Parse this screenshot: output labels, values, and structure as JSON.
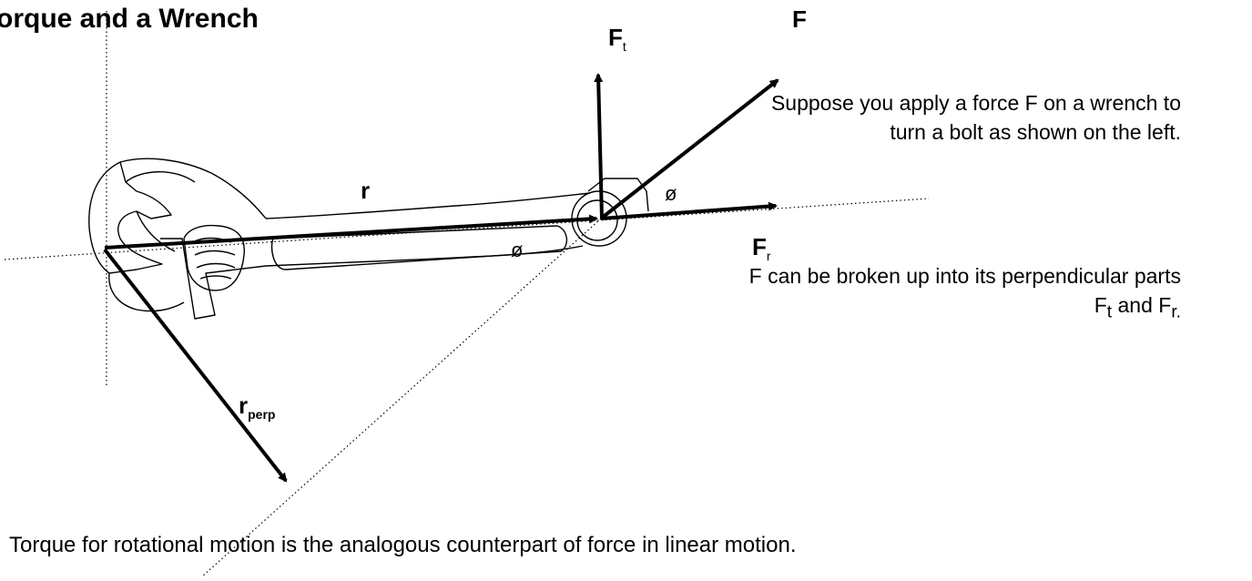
{
  "title": "orque and a Wrench",
  "labels": {
    "r": "r",
    "r_perp_main": "r",
    "r_perp_sub": "perp",
    "F": "F",
    "Ft_main": "F",
    "Ft_sub": "t",
    "Fr_main": "F",
    "Fr_sub": "r",
    "angle_symbol": "ø"
  },
  "text": {
    "para1": "Suppose you apply a force F on a wrench to turn a bolt as shown on the left.",
    "para2_prefix": "F can be broken up into its perpendicular parts F",
    "para2_sub1": "t",
    "para2_mid": " and F",
    "para2_sub2": "r.",
    "bottom": "Torque for rotational motion is the analogous counterpart of force in linear motion."
  }
}
